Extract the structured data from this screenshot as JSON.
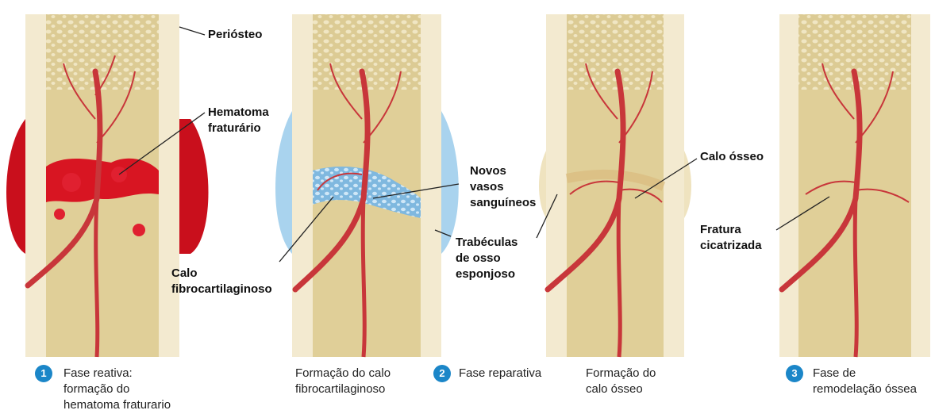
{
  "colors": {
    "bone_shaft": "#e8dcae",
    "bone_edge": "#f3ead0",
    "marrow": "#d9c88f",
    "vessel": "#c8363a",
    "hematoma": "#c90f1c",
    "fibro_callus": "#a9d3ee",
    "step_badge": "#1b86c8"
  },
  "labels": {
    "periosteo": "Periósteo",
    "hematoma": [
      "Hematoma",
      "fraturário"
    ],
    "calo_fibro": [
      "Calo",
      "fibrocartilaginoso"
    ],
    "novos_vasos": [
      "Novos",
      "vasos",
      "sanguíneos"
    ],
    "trabeculas": [
      "Trabéculas",
      "de osso",
      "esponjoso"
    ],
    "calo_osseo": "Calo ósseo",
    "fratura": [
      "Fratura",
      "cicatrizada"
    ]
  },
  "captions": {
    "step1": {
      "number": "1",
      "lines": [
        "Fase reativa:",
        "formação do",
        "hematoma fraturario"
      ]
    },
    "panel2": {
      "lines": [
        "Formação do calo",
        "fibrocartilaginoso"
      ]
    },
    "step2": {
      "number": "2",
      "lines": [
        "Fase reparativa"
      ]
    },
    "panel3": {
      "lines": [
        "Formação do",
        "calo ósseo"
      ]
    },
    "step3": {
      "number": "3",
      "lines": [
        "Fase de",
        "remodelação óssea"
      ]
    }
  }
}
